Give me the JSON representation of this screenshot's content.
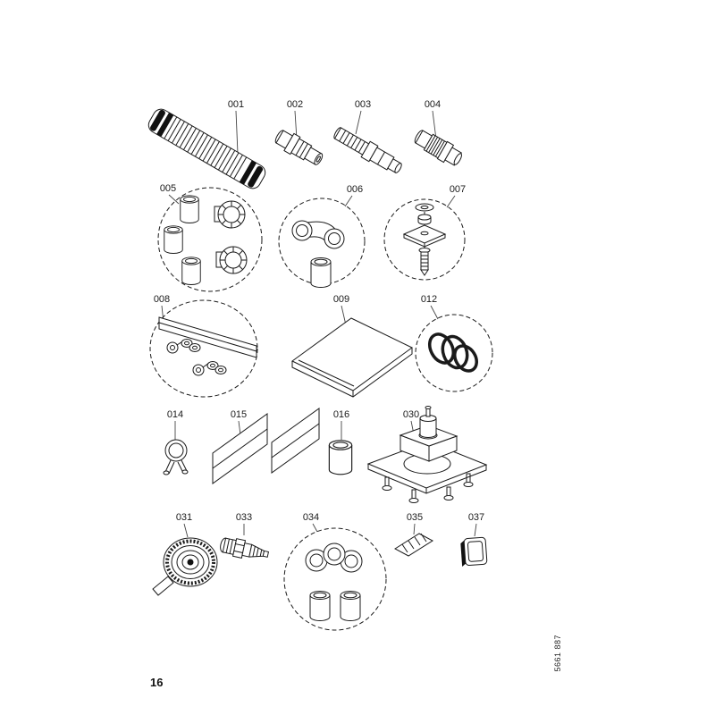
{
  "footer": {
    "page_number": "16",
    "doc_number": "5661 887"
  },
  "part_labels": {
    "p001": "001",
    "p002": "002",
    "p003": "003",
    "p004": "004",
    "p005": "005",
    "p006": "006",
    "p007": "007",
    "p008": "008",
    "p009": "009",
    "p012": "012",
    "p014": "014",
    "p015": "015",
    "p016": "016",
    "p030": "030",
    "p031": "031",
    "p033": "033",
    "p034": "034",
    "p035": "035",
    "p037": "037"
  },
  "colors": {
    "line": "#1a1a1a",
    "background": "#ffffff"
  }
}
